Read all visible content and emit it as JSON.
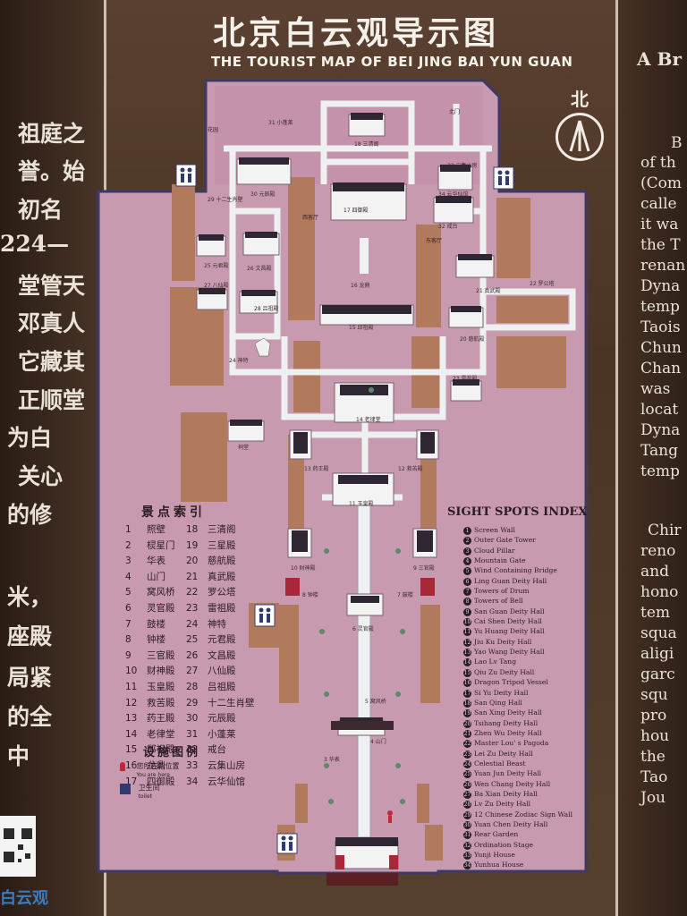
{
  "title_cn": "北京白云观导示图",
  "title_en": "THE TOURIST MAP OF BEI JING BAI YUN GUAN",
  "north_label": "北",
  "left_panel_lines": [
    "祖庭之",
    "誉。始",
    "初名",
    "224—",
    "堂管天",
    "邓真人",
    "它藏其",
    "正顺堂",
    "为白",
    "关心",
    "的修",
    "米，",
    "座殿",
    "局紧",
    "的全",
    "中"
  ],
  "right_panel_header": "A Br",
  "right_panel_lines": [
    "B",
    "of th",
    "(Com",
    "calle",
    "it wa",
    "the T",
    "renan",
    "Dyna",
    "temp",
    "Taois",
    "Chun",
    "Chan",
    "was",
    "locat",
    "Dyna",
    "Tang",
    "temp",
    "Chir",
    "reno",
    "and",
    "hono",
    "tem",
    "squa",
    "aligi",
    "garc",
    "squ",
    "pro",
    "hou",
    "the",
    "Tao",
    "Jou"
  ],
  "index_cn_title": "景点索引",
  "index_cn_col1": [
    {
      "n": "1",
      "t": "照壁"
    },
    {
      "n": "2",
      "t": "棂星门"
    },
    {
      "n": "3",
      "t": "华表"
    },
    {
      "n": "4",
      "t": "山门"
    },
    {
      "n": "5",
      "t": "窝风桥"
    },
    {
      "n": "6",
      "t": "灵官殿"
    },
    {
      "n": "7",
      "t": "鼓楼"
    },
    {
      "n": "8",
      "t": "钟楼"
    },
    {
      "n": "9",
      "t": "三官殿"
    },
    {
      "n": "10",
      "t": "财神殿"
    },
    {
      "n": "11",
      "t": "玉皇殿"
    },
    {
      "n": "12",
      "t": "救苦殿"
    },
    {
      "n": "13",
      "t": "药王殿"
    },
    {
      "n": "14",
      "t": "老律堂"
    },
    {
      "n": "15",
      "t": "邱祖殿"
    },
    {
      "n": "16",
      "t": "龙鼎"
    },
    {
      "n": "17",
      "t": "四御殿"
    }
  ],
  "index_cn_col2": [
    {
      "n": "18",
      "t": "三清阁"
    },
    {
      "n": "19",
      "t": "三星殿"
    },
    {
      "n": "20",
      "t": "慈航殿"
    },
    {
      "n": "21",
      "t": "真武殿"
    },
    {
      "n": "22",
      "t": "罗公塔"
    },
    {
      "n": "23",
      "t": "雷祖殿"
    },
    {
      "n": "24",
      "t": "神特"
    },
    {
      "n": "25",
      "t": "元君殿"
    },
    {
      "n": "26",
      "t": "文昌殿"
    },
    {
      "n": "27",
      "t": "八仙殿"
    },
    {
      "n": "28",
      "t": "吕祖殿"
    },
    {
      "n": "29",
      "t": "十二生肖壁"
    },
    {
      "n": "30",
      "t": "元辰殿"
    },
    {
      "n": "31",
      "t": "小蓬莱"
    },
    {
      "n": "32",
      "t": "戒台"
    },
    {
      "n": "33",
      "t": "云集山房"
    },
    {
      "n": "34",
      "t": "云华仙馆"
    }
  ],
  "index_en_title": "SIGHT SPOTS INDEX",
  "index_en": [
    "Screen Wall",
    "Outer Gate Tower",
    "Cloud Pillar",
    "Mountain Gate",
    "Wind Containing Bridge",
    "Ling Guan Deity Hall",
    "Towers of Drum",
    "Towers of Bell",
    "San Guan Deity Hall",
    "Cai Shen Deity Hall",
    "Yu Huang Deity Hall",
    "Jiu Ku Deity Hall",
    "Yao Wang Deity Hall",
    "Lao Lv Tang",
    "Qiu Zu Deity Hall",
    "Dragon Tripod Vessel",
    "Si Yu Deity Hall",
    "San Qing Hall",
    "San Xing Deity Hall",
    "Tsihang Deity Hall",
    "Zhen Wu Deity Hall",
    "Master Lou' s Pagoda",
    "Lei Zu Deity Hall",
    "Celestial Beast",
    "Yuan Jun Deity Hall",
    "Wen Chang Deity Hall",
    "Ba Xian Deity Hall",
    "Lv Zu Deity Hall",
    "12 Chinese Zodiac Sign Wall",
    "Yuan Chen Deity Hall",
    "Rear Garden",
    "Ordination Stage",
    "Yunji House",
    "Yunhua House"
  ],
  "facilities_title": "设施图例",
  "facility_here_cn": "您所在的位置",
  "facility_here_en": "You are here",
  "facility_toilet_cn": "卫生间",
  "facility_toilet_en": "toilet",
  "map_labels": {
    "l1": "31 小蓬莱",
    "l2": "18 三清阁",
    "l3": "33 云集山房",
    "l4": "34 云华仙馆",
    "l5": "32 戒台",
    "l6": "30 元辰殿",
    "l7": "29 十二生肖壁",
    "l8": "17 四御殿",
    "l9": "14 老律堂",
    "l10": "15 邱祖殿",
    "l11": "16 龙鼎",
    "l12": "28 吕祖殿",
    "l13": "27 八仙殿",
    "l14": "26 文昌殿",
    "l15": "25 元君殿",
    "l16": "21 真武殿",
    "l17": "22 罗公塔",
    "l18": "20 慈航殿",
    "l19": "23 雷祖殿",
    "l20": "24 神特",
    "l21": "13 药王殿",
    "l22": "12 救苦殿",
    "l23": "11 玉皇殿",
    "l24": "10 财神殿",
    "l25": "9 三官殿",
    "l26": "8 钟楼",
    "l27": "7 鼓楼",
    "l28": "6 灵官殿",
    "l29": "5 窝风桥",
    "l30": "4 山门",
    "l31": "3 华表",
    "l32": "祠堂",
    "l33": "西客厅",
    "l34": "东客厅",
    "l35": "花园",
    "l36": "北门"
  },
  "watermark": "白云观",
  "colors": {
    "map_pink": "#c89ab0",
    "building_brown": "#b27a5c",
    "path_white": "#eef0f2",
    "board": "#4a3424"
  }
}
